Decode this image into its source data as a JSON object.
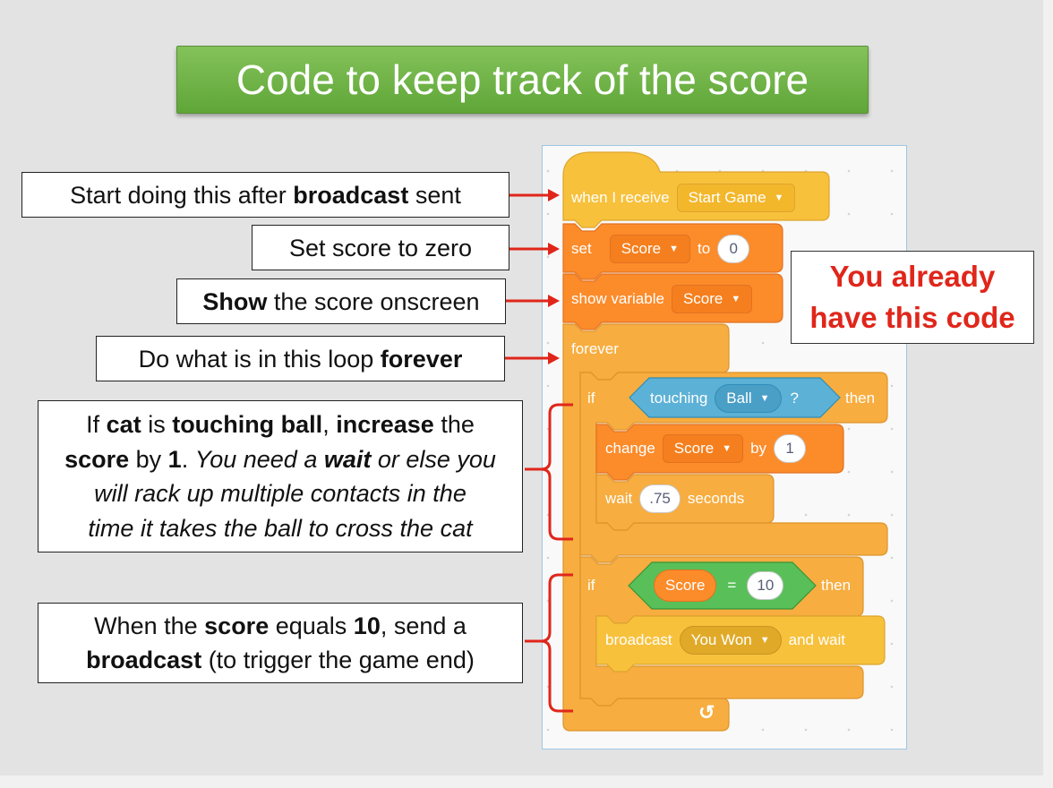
{
  "title": "Code to keep track of the score",
  "callouts": {
    "c1": {
      "part1": "Start doing this after ",
      "bold1": "broadcast",
      "part2": " sent"
    },
    "c2": {
      "text": "Set score to zero"
    },
    "c3": {
      "bold1": "Show",
      "part1": " the score onscreen"
    },
    "c4": {
      "part1": "Do what is in this loop ",
      "bold1": "forever"
    },
    "c5": {
      "p1": "If ",
      "b1": "cat",
      "p2": " is ",
      "b2": "touching ball",
      "p3": ", ",
      "b3": "increase",
      "p4": " the",
      "b4": "score",
      "p5": " by ",
      "b5": "1",
      "p6": ". ",
      "i1": "You need a ",
      "ib1": "wait",
      "i2": " or else you",
      "i3": "will rack up multiple contacts in the",
      "i4": "time it takes the ball to cross the cat"
    },
    "c6": {
      "p1": "When the ",
      "b1": "score",
      "p2": " equals ",
      "b2": "10",
      "p3": ", send a",
      "b3": "broadcast",
      "p4": " (to trigger the game end)"
    }
  },
  "already_have": {
    "line1": "You already",
    "line2": "have this code"
  },
  "blocks": {
    "when_receive": {
      "label": "when I receive",
      "message": "Start Game"
    },
    "set_score": {
      "label": "set",
      "variable": "Score",
      "to": "to",
      "value": "0"
    },
    "show_variable": {
      "label": "show variable",
      "variable": "Score"
    },
    "forever": {
      "label": "forever"
    },
    "if_touching": {
      "if": "if",
      "touching": "touching",
      "object": "Ball",
      "question": "?",
      "then": "then"
    },
    "change_score": {
      "label": "change",
      "variable": "Score",
      "by": "by",
      "value": "1"
    },
    "wait": {
      "label": "wait",
      "value": ".75",
      "unit": "seconds"
    },
    "if_equals": {
      "if": "if",
      "variable": "Score",
      "op": "=",
      "value": "10",
      "then": "then"
    },
    "broadcast": {
      "label": "broadcast",
      "message": "You Won",
      "suffix": "and wait"
    },
    "loop_icon": "loop-arrow-icon"
  },
  "colors": {
    "title_green": "#6cb043",
    "events": "#f7c13c",
    "variables": "#fc8b2a",
    "control": "#f7ad3f",
    "sensing": "#5cb1d6",
    "operators": "#59c059",
    "arrow_red": "#e0261b"
  }
}
